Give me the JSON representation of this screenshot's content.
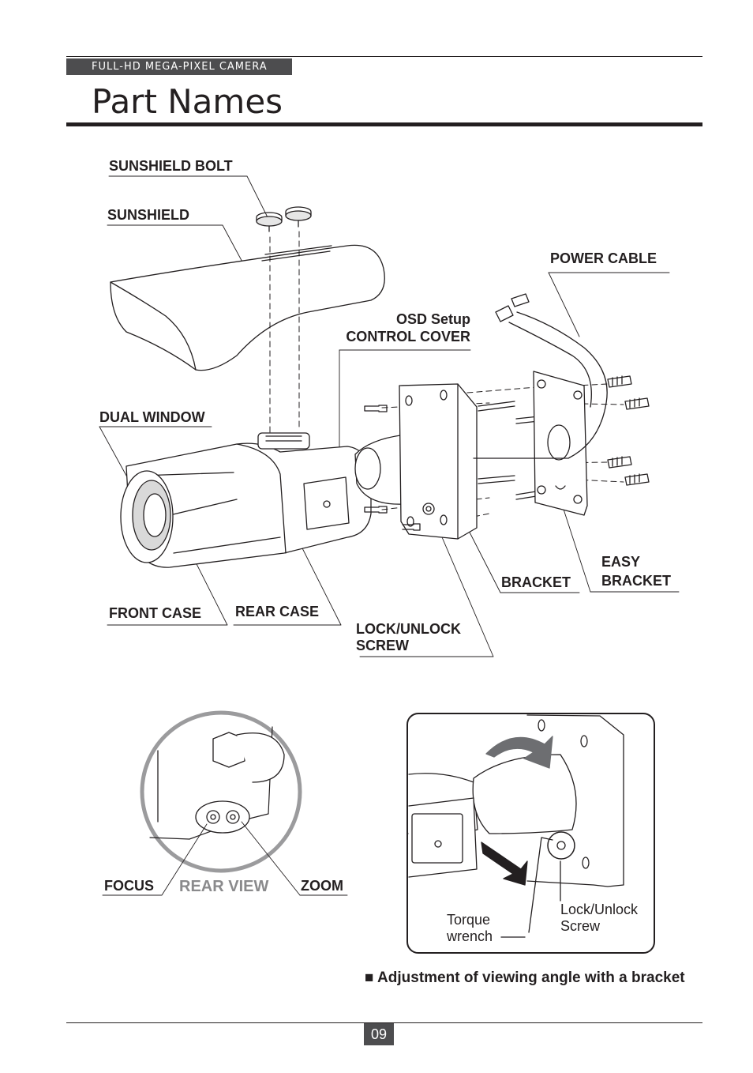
{
  "header": {
    "tag": "FULL-HD MEGA-PIXEL CAMERA",
    "title": "Part Names"
  },
  "labels": {
    "sunshield_bolt": "SUNSHIELD BOLT",
    "sunshield": "SUNSHIELD",
    "power_cable": "POWER CABLE",
    "osd_line1": "OSD Setup",
    "osd_line2": "CONTROL COVER",
    "dual_window": "DUAL WINDOW",
    "easy_line1": "EASY",
    "easy_line2": "BRACKET",
    "bracket": "BRACKET",
    "front_case": "FRONT CASE",
    "rear_case": "REAR CASE",
    "lock_line1": "LOCK/UNLOCK",
    "lock_line2": "SCREW"
  },
  "rear_view": {
    "focus": "FOCUS",
    "title": "REAR VIEW",
    "zoom": "ZOOM"
  },
  "adjustment": {
    "torque_line1": "Torque",
    "torque_line2": "wrench",
    "lock_line1": "Lock/Unlock",
    "lock_line2": "Screw",
    "caption": "■ Adjustment of viewing angle with a bracket"
  },
  "footer": {
    "page": "09"
  },
  "colors": {
    "ink": "#231f20",
    "tag_bg": "#4d4d4f",
    "muted": "#8a8a8c"
  }
}
